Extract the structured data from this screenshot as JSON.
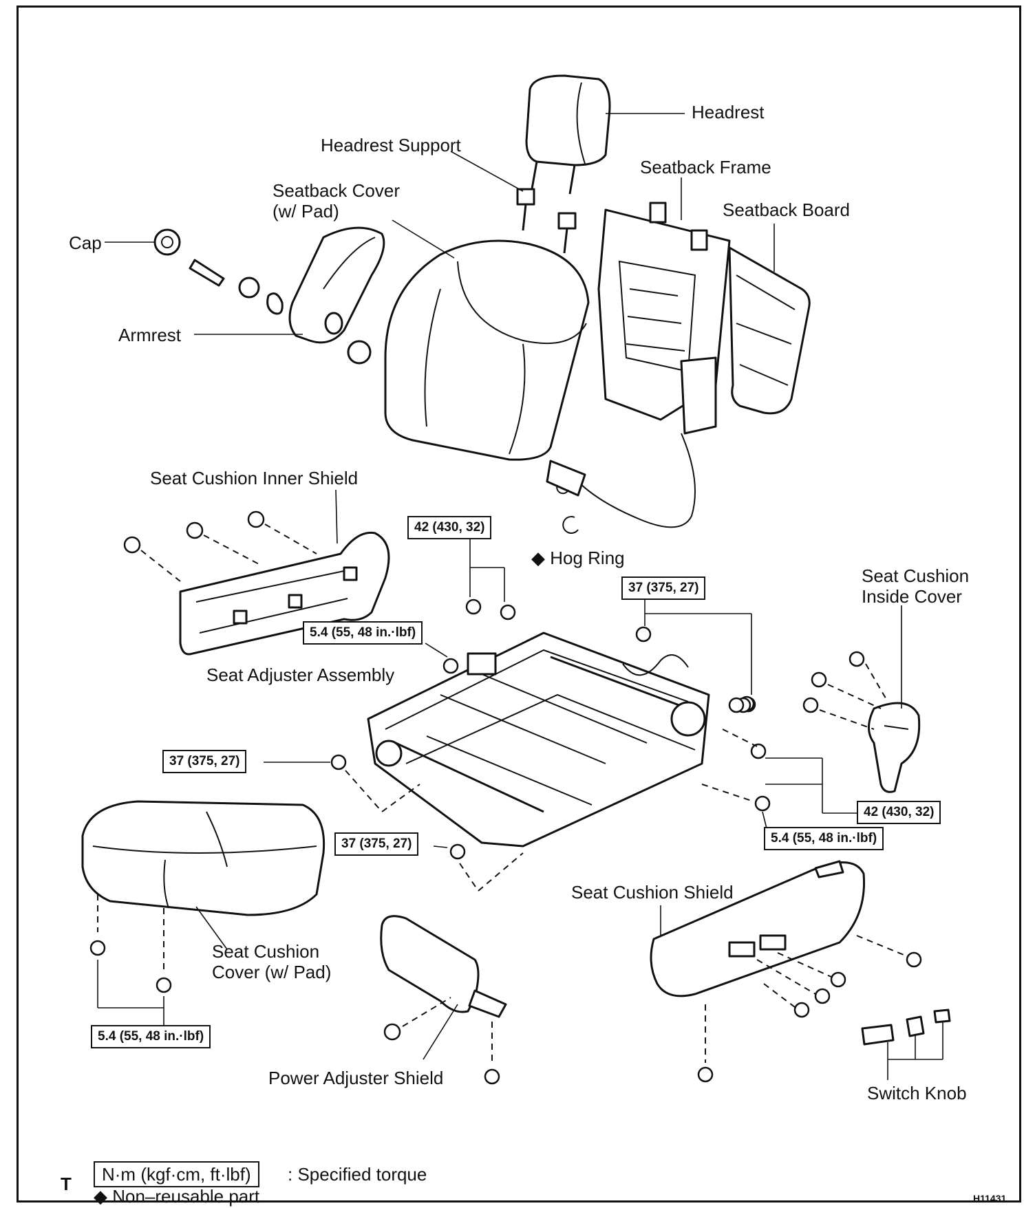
{
  "labels": {
    "headrest": "Headrest",
    "headrest_support": "Headrest Support",
    "seatback_frame": "Seatback Frame",
    "seatback_cover_line1": "Seatback Cover",
    "seatback_cover_line2": "(w/ Pad)",
    "seatback_board": "Seatback Board",
    "cap": "Cap",
    "armrest": "Armrest",
    "seat_cushion_inner_shield": "Seat Cushion Inner Shield",
    "hog_ring": "Hog Ring",
    "seat_cushion_inside_cover_line1": "Seat Cushion",
    "seat_cushion_inside_cover_line2": "Inside Cover",
    "seat_adjuster_assembly": "Seat Adjuster Assembly",
    "seat_cushion_shield": "Seat Cushion Shield",
    "seat_cushion_cover_line1": "Seat Cushion",
    "seat_cushion_cover_line2": "Cover (w/ Pad)",
    "power_adjuster_shield": "Power Adjuster Shield",
    "switch_knob": "Switch Knob"
  },
  "torques": {
    "t42": "42 (430, 32)",
    "t37": "37 (375, 27)",
    "t54": "5.4 (55, 48 in.·lbf)"
  },
  "legend": {
    "units": "N·m (kgf·cm, ft·lbf)",
    "specified_torque": ": Specified torque",
    "non_reusable": "Non–reusable part",
    "diamond": "◆",
    "corner_mark": "T",
    "figure_code": "H11431"
  }
}
